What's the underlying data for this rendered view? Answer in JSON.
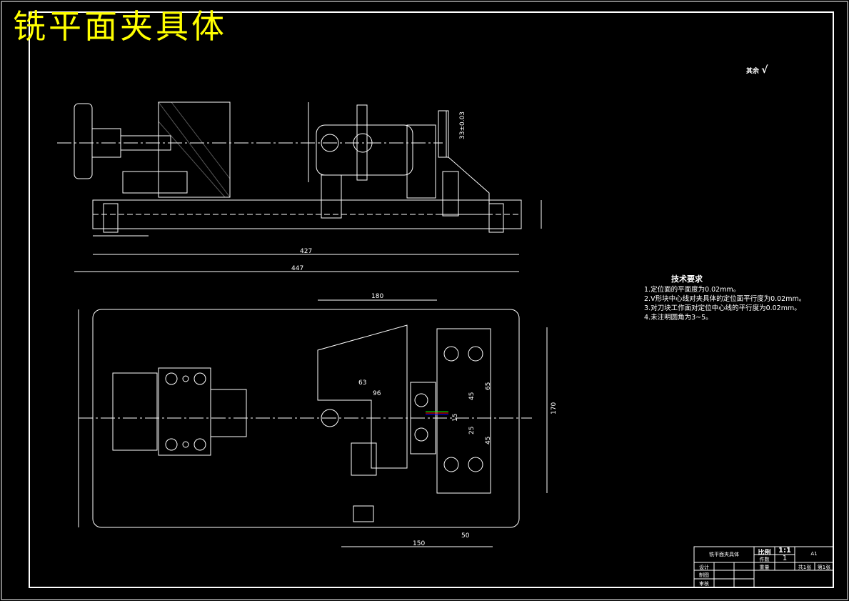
{
  "title": "铣平面夹具体",
  "surface_note": {
    "label": "其余",
    "symbol": "√"
  },
  "tech_requirements": {
    "heading": "技术要求",
    "items": [
      "1.定位面的平面度为0.02mm。",
      "2.V形块中心线对夹具体的定位面平行度为0.02mm。",
      "3.对刀块工作面对定位中心线的平行度为0.02mm。",
      "4.未注明圆角为3~5。"
    ]
  },
  "title_block": {
    "drawing_name": "铣平面夹具体",
    "scale_label": "比例",
    "scale_value": "1:1",
    "qty_label": "件数",
    "qty_value": "1",
    "sheet_size": "A1",
    "designer_label": "设计",
    "drafter_label": "制图",
    "reviewer_label": "审核",
    "weight_label": "重量",
    "total_sheets_label": "共1张",
    "sheet_no_label": "第1张"
  },
  "dimensions": {
    "top_length_inner": "427",
    "top_length_outer": "447",
    "height_tol": "33±0.03",
    "plan_width": "180",
    "plan_height": "170",
    "plan_63": "63",
    "plan_96": "96",
    "plan_65": "65",
    "plan_45a": "45",
    "plan_25": "25",
    "plan_45b": "45",
    "plan_15": "15",
    "plan_150": "150",
    "plan_50": "50"
  },
  "colors": {
    "background": "#000000",
    "lines": "#ffffff",
    "title": "#ffff00"
  }
}
